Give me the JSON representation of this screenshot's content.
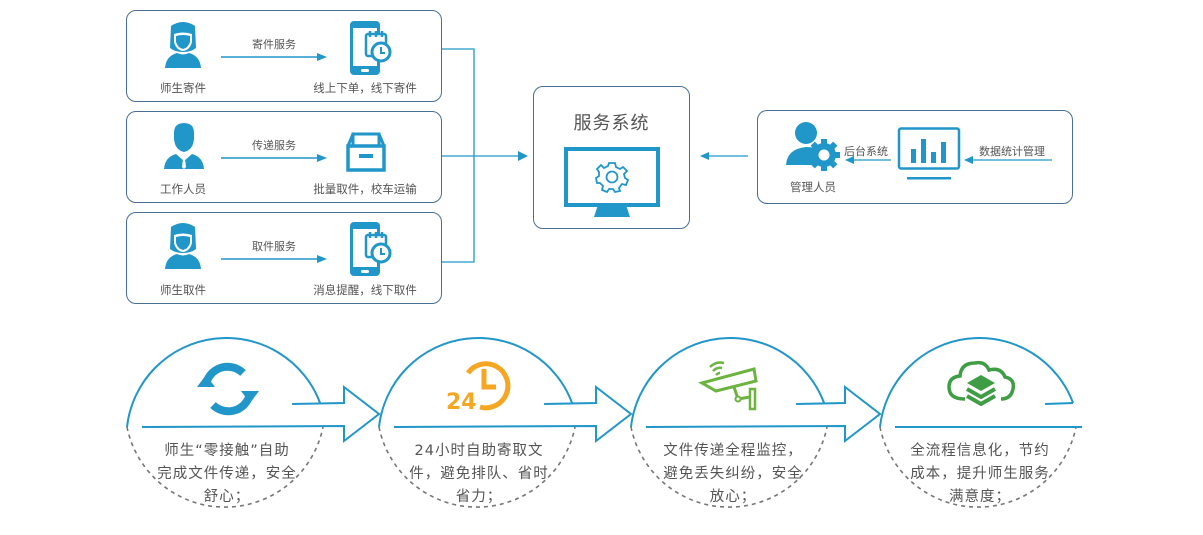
{
  "colors": {
    "primary_blue": "#2196c9",
    "box_border": "#4a6f96",
    "orange": "#f5a623",
    "green": "#6cb43f",
    "dark_green": "#3f9e45",
    "dash_gray": "#777777"
  },
  "left_rows": [
    {
      "actor_label": "师生寄件",
      "actor_icon": "female-user-icon",
      "service_label": "寄件服务",
      "target_icon": "phone-calendar-icon",
      "target_label": "线上下单，线下寄件"
    },
    {
      "actor_label": "工作人员",
      "actor_icon": "male-staff-icon",
      "service_label": "传递服务",
      "target_icon": "storage-box-icon",
      "target_label": "批量取件，校车运输"
    },
    {
      "actor_label": "师生取件",
      "actor_icon": "female-user-icon",
      "service_label": "取件服务",
      "target_icon": "phone-calendar-icon",
      "target_label": "消息提醒，线下取件"
    }
  ],
  "center": {
    "title": "服务系统",
    "icon": "monitor-gear-icon"
  },
  "right": {
    "admin_label": "管理人员",
    "admin_icon": "admin-gear-icon",
    "backend_label": "后台系统",
    "stats_icon": "bar-chart-monitor-icon",
    "stats_label": "数据统计管理"
  },
  "benefits": [
    {
      "icon": "refresh-icon",
      "lines": [
        "师生“零接触”自助",
        "完成文件传递，安全",
        "舒心；"
      ]
    },
    {
      "icon": "clock-24h-icon",
      "icon_text": "24",
      "lines": [
        "24小时自助寄取文",
        "件，避免排队、省时",
        "省力；"
      ]
    },
    {
      "icon": "security-camera-icon",
      "lines": [
        "文件传递全程监控，",
        "避免丢失纠纷，安全",
        "放心；"
      ]
    },
    {
      "icon": "cloud-layers-icon",
      "lines": [
        "全流程信息化，节约",
        "成本，提升师生服务",
        "满意度；"
      ]
    }
  ]
}
